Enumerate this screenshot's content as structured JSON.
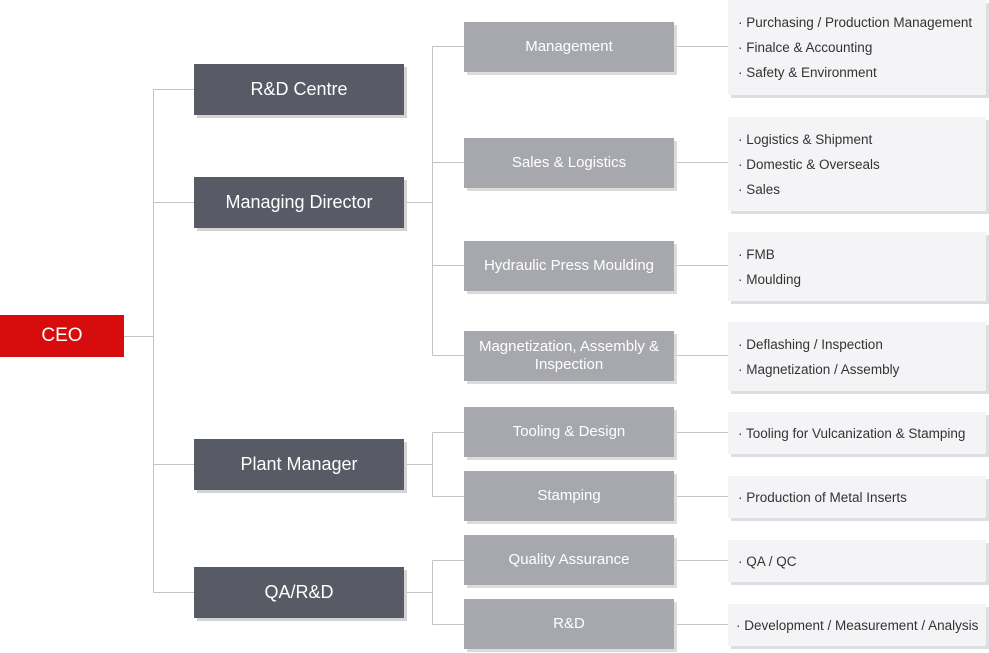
{
  "ceo": "CEO",
  "level1": [
    {
      "label": "R&D Centre"
    },
    {
      "label": "Managing Director"
    },
    {
      "label": "Plant Manager"
    },
    {
      "label": "QA/R&D"
    }
  ],
  "level2": [
    {
      "label": "Management",
      "items": [
        "· Purchasing / Production Management",
        "· Finalce & Accounting",
        "· Safety & Environment"
      ]
    },
    {
      "label": "Sales & Logistics",
      "items": [
        "· Logistics & Shipment",
        "· Domestic & Overseals",
        "· Sales"
      ]
    },
    {
      "label": "Hydraulic Press Moulding",
      "items": [
        "· FMB",
        "· Moulding"
      ]
    },
    {
      "label": "Magnetization, Assembly & Inspection",
      "items": [
        "· Deflashing / Inspection",
        "· Magnetization / Assembly"
      ]
    },
    {
      "label": "Tooling & Design",
      "items": [
        "· Tooling for Vulcanization & Stamping"
      ]
    },
    {
      "label": "Stamping",
      "items": [
        "· Production of Metal Inserts"
      ]
    },
    {
      "label": "Quality Assurance",
      "items": [
        "· QA / QC"
      ]
    },
    {
      "label": "R&D",
      "items": [
        "· Development / Measurement / Analysis"
      ]
    }
  ],
  "colors": {
    "ceo": "#d70d0d",
    "level1": "#585a66",
    "level2": "#a7a8ae",
    "note": "#f4f4f6",
    "connector": "#c4c4c4"
  }
}
